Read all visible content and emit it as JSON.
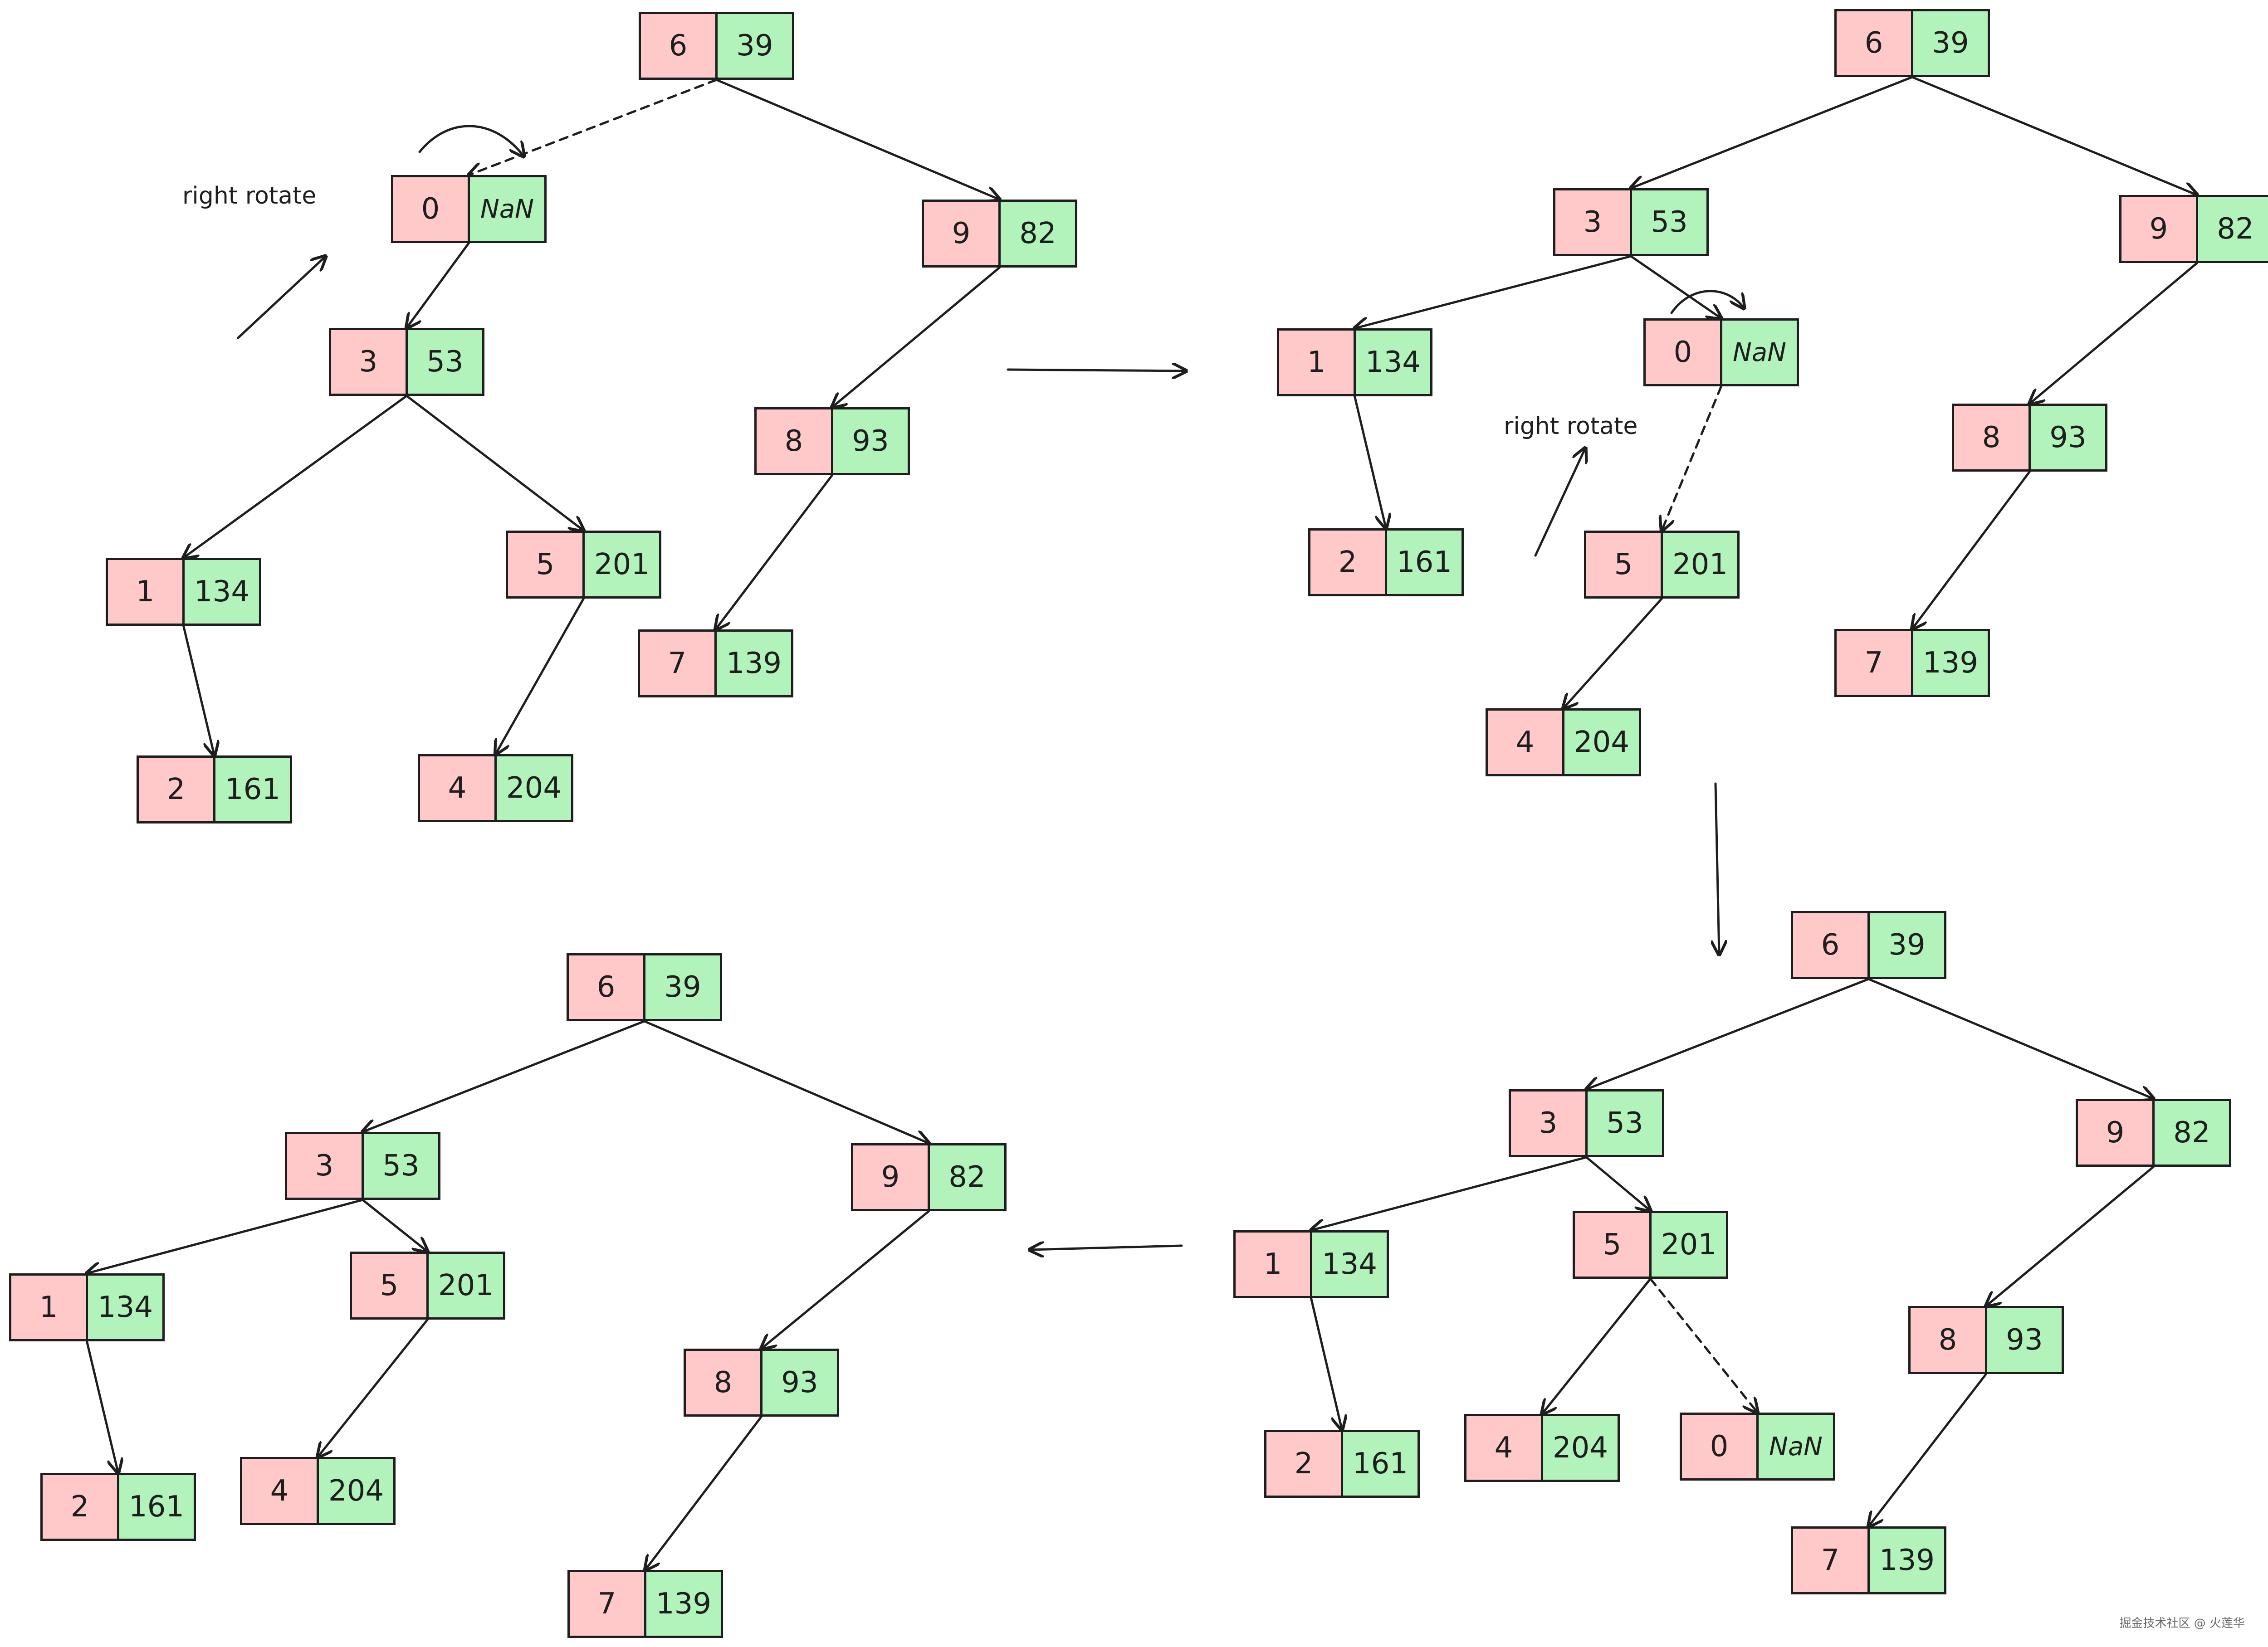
{
  "annotation": {
    "rotate_label": "right rotate"
  },
  "watermark": "掘金技术社区 @ 火莲华",
  "colors": {
    "key_fill": "#ffc9c9",
    "value_fill": "#b2f2bb",
    "stroke": "#1e1e1e"
  },
  "trees": [
    {
      "nodes": [
        {
          "id": "6",
          "key": "6",
          "value": "39"
        },
        {
          "id": "0",
          "key": "0",
          "value": "NaN"
        },
        {
          "id": "9",
          "key": "9",
          "value": "82"
        },
        {
          "id": "3",
          "key": "3",
          "value": "53"
        },
        {
          "id": "8",
          "key": "8",
          "value": "93"
        },
        {
          "id": "1",
          "key": "1",
          "value": "134"
        },
        {
          "id": "5",
          "key": "5",
          "value": "201"
        },
        {
          "id": "7",
          "key": "7",
          "value": "139"
        },
        {
          "id": "2",
          "key": "2",
          "value": "161"
        },
        {
          "id": "4",
          "key": "4",
          "value": "204"
        }
      ],
      "edges": [
        [
          "6",
          "0",
          "dashed"
        ],
        [
          "6",
          "9",
          "solid"
        ],
        [
          "0",
          "3",
          "solid"
        ],
        [
          "9",
          "8",
          "solid"
        ],
        [
          "3",
          "1",
          "solid"
        ],
        [
          "3",
          "5",
          "solid"
        ],
        [
          "8",
          "7",
          "solid"
        ],
        [
          "1",
          "2",
          "solid"
        ],
        [
          "5",
          "4",
          "solid"
        ]
      ]
    },
    {
      "nodes": [
        {
          "id": "6",
          "key": "6",
          "value": "39"
        },
        {
          "id": "3",
          "key": "3",
          "value": "53"
        },
        {
          "id": "9",
          "key": "9",
          "value": "82"
        },
        {
          "id": "1",
          "key": "1",
          "value": "134"
        },
        {
          "id": "0",
          "key": "0",
          "value": "NaN"
        },
        {
          "id": "8",
          "key": "8",
          "value": "93"
        },
        {
          "id": "2",
          "key": "2",
          "value": "161"
        },
        {
          "id": "5",
          "key": "5",
          "value": "201"
        },
        {
          "id": "7",
          "key": "7",
          "value": "139"
        },
        {
          "id": "4",
          "key": "4",
          "value": "204"
        }
      ],
      "edges": [
        [
          "6",
          "3",
          "solid"
        ],
        [
          "6",
          "9",
          "solid"
        ],
        [
          "3",
          "1",
          "solid"
        ],
        [
          "3",
          "0",
          "solid"
        ],
        [
          "9",
          "8",
          "solid"
        ],
        [
          "1",
          "2",
          "solid"
        ],
        [
          "0",
          "5",
          "dashed"
        ],
        [
          "8",
          "7",
          "solid"
        ],
        [
          "5",
          "4",
          "solid"
        ]
      ]
    },
    {
      "nodes": [
        {
          "id": "6",
          "key": "6",
          "value": "39"
        },
        {
          "id": "3",
          "key": "3",
          "value": "53"
        },
        {
          "id": "9",
          "key": "9",
          "value": "82"
        },
        {
          "id": "1",
          "key": "1",
          "value": "134"
        },
        {
          "id": "5",
          "key": "5",
          "value": "201"
        },
        {
          "id": "8",
          "key": "8",
          "value": "93"
        },
        {
          "id": "2",
          "key": "2",
          "value": "161"
        },
        {
          "id": "4",
          "key": "4",
          "value": "204"
        },
        {
          "id": "0",
          "key": "0",
          "value": "NaN"
        },
        {
          "id": "7",
          "key": "7",
          "value": "139"
        }
      ],
      "edges": [
        [
          "6",
          "3",
          "solid"
        ],
        [
          "6",
          "9",
          "solid"
        ],
        [
          "3",
          "1",
          "solid"
        ],
        [
          "3",
          "5",
          "solid"
        ],
        [
          "9",
          "8",
          "solid"
        ],
        [
          "1",
          "2",
          "solid"
        ],
        [
          "5",
          "4",
          "solid"
        ],
        [
          "5",
          "0",
          "dashed"
        ],
        [
          "8",
          "7",
          "solid"
        ]
      ]
    },
    {
      "nodes": [
        {
          "id": "6",
          "key": "6",
          "value": "39"
        },
        {
          "id": "3",
          "key": "3",
          "value": "53"
        },
        {
          "id": "9",
          "key": "9",
          "value": "82"
        },
        {
          "id": "1",
          "key": "1",
          "value": "134"
        },
        {
          "id": "5",
          "key": "5",
          "value": "201"
        },
        {
          "id": "8",
          "key": "8",
          "value": "93"
        },
        {
          "id": "2",
          "key": "2",
          "value": "161"
        },
        {
          "id": "4",
          "key": "4",
          "value": "204"
        },
        {
          "id": "7",
          "key": "7",
          "value": "139"
        }
      ],
      "edges": [
        [
          "6",
          "3",
          "solid"
        ],
        [
          "6",
          "9",
          "solid"
        ],
        [
          "3",
          "1",
          "solid"
        ],
        [
          "3",
          "5",
          "solid"
        ],
        [
          "9",
          "8",
          "solid"
        ],
        [
          "1",
          "2",
          "solid"
        ],
        [
          "5",
          "4",
          "solid"
        ],
        [
          "8",
          "7",
          "solid"
        ]
      ]
    }
  ]
}
